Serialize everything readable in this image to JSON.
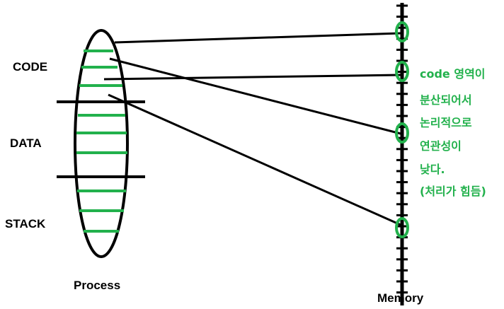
{
  "labels": {
    "code": "CODE",
    "data": "DATA",
    "stack": "STACK",
    "process": "Process",
    "memory": "Memory"
  },
  "note": {
    "lines": [
      "code 영역이",
      "분산되어서",
      "논리적으로",
      "연관성이",
      "낮다.",
      "(처리가 힘듬)"
    ]
  },
  "colors": {
    "ink": "#000000",
    "accent": "#22b14c"
  }
}
